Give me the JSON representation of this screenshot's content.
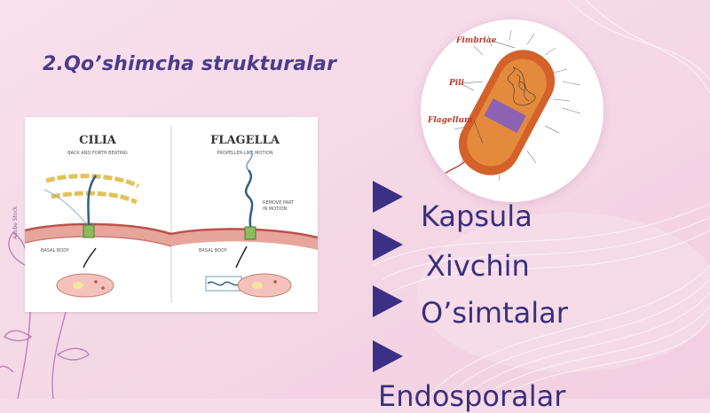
{
  "slide": {
    "title": "2.Qo’shimcha strukturalar",
    "bullets": [
      {
        "label": "Kapsula"
      },
      {
        "label": "Xivchin"
      },
      {
        "label": "O’simtalar"
      },
      {
        "label": "Endosporalar"
      }
    ]
  },
  "figure_left": {
    "cilia": {
      "title": "CILIA",
      "subtitle": "BACK AND FORTH BEATING",
      "basal_body": "BASAL BODY"
    },
    "flagella": {
      "title": "FLAGELLA",
      "subtitle": "PROPELLER-LIKE MOTION",
      "note_1": "REMOVE PART",
      "note_2": "IN MOTION",
      "basal_body": "BASAL BODY"
    },
    "watermark": "Adobe Stock"
  },
  "figure_right": {
    "labels": {
      "fimbriae": "Fimbriae",
      "pili": "Pili",
      "flagellum": "Flagellum"
    }
  },
  "colors": {
    "background": "#f6dbe8",
    "title": "#4a3c8c",
    "bullet": "#3c2f86",
    "bullet_text": "#3a2f7c",
    "figure_label_red": "#c0392b"
  },
  "icons": {
    "bullet": "triangle-right-icon",
    "decor": "lily-flower-icon"
  }
}
